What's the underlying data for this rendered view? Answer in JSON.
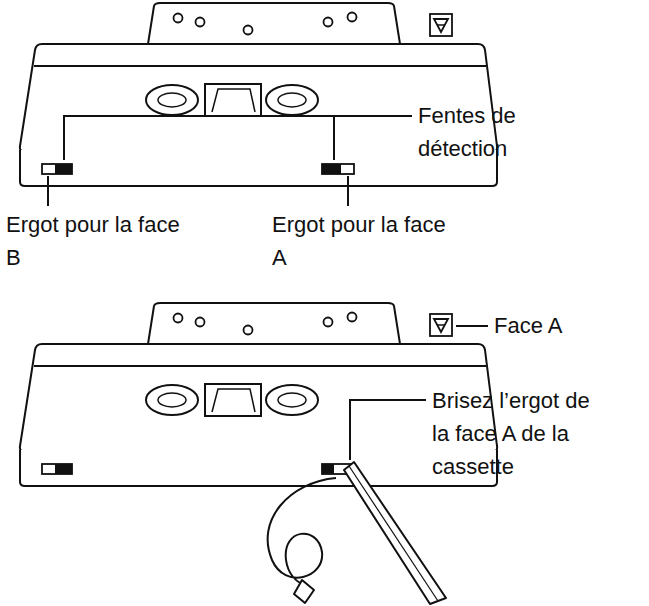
{
  "diagram": {
    "labels": [
      "Fentes de détection",
      "Ergot pour la face B",
      "Ergot pour la face A",
      "Face A",
      "Brisez l’ergot de la face A de la cassette"
    ]
  }
}
